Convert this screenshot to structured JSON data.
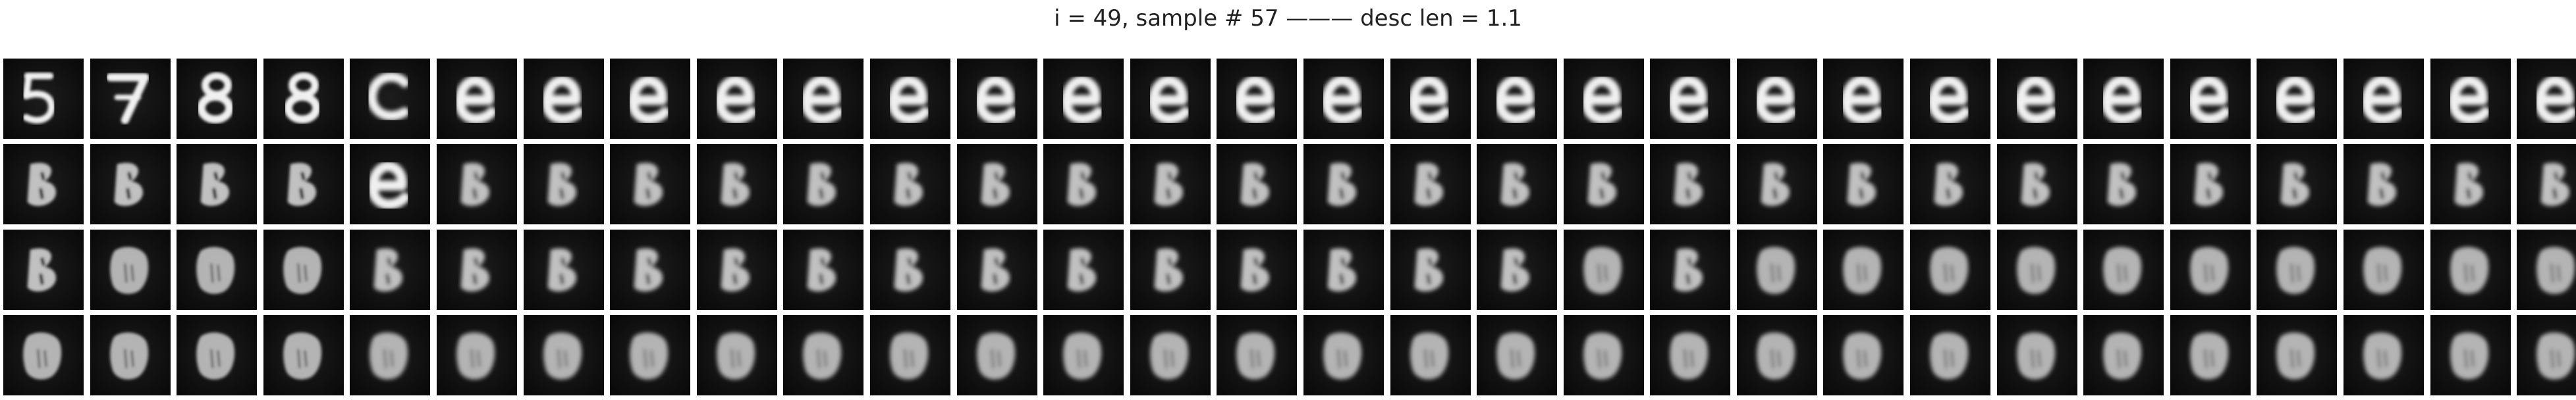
{
  "figure": {
    "title": "i = 49, sample # 57 ——— desc len = 1.1"
  },
  "grid": {
    "rows": 4,
    "cols": 30,
    "background": "#0b0b0b",
    "ink": "#f0f0f0",
    "glyph_sequence": [
      "5",
      "7",
      "8",
      "8",
      "C",
      "e",
      "e",
      "e",
      "e",
      "e",
      "e",
      "e",
      "e",
      "e",
      "e",
      "e",
      "e",
      "e",
      "e",
      "e",
      "e",
      "e",
      "e",
      "e",
      "e",
      "e",
      "e",
      "e",
      "e",
      "e",
      "B",
      "B",
      "B",
      "B",
      "e",
      "B",
      "B",
      "B",
      "B",
      "B",
      "B",
      "B",
      "B",
      "B",
      "B",
      "B",
      "B",
      "B",
      "B",
      "B",
      "B",
      "B",
      "B",
      "B",
      "B",
      "B",
      "B",
      "B",
      "B",
      "B",
      "B",
      "blob",
      "blob",
      "blob",
      "B",
      "B",
      "B",
      "B",
      "B",
      "B",
      "B",
      "B",
      "B",
      "B",
      "B",
      "B",
      "B",
      "B",
      "blob",
      "B",
      "blob",
      "blob",
      "blob",
      "blob",
      "blob",
      "blob",
      "blob",
      "blob",
      "blob",
      "blob",
      "blob",
      "blob",
      "blob",
      "blob",
      "blob",
      "blob",
      "blob",
      "blob",
      "blob",
      "blob",
      "blob",
      "blob",
      "blob",
      "blob",
      "blob",
      "blob",
      "blob",
      "blob",
      "blob",
      "blob",
      "blob",
      "blob",
      "blob",
      "blob",
      "blob",
      "blob",
      "blob",
      "blob",
      "blob",
      "blob"
    ]
  }
}
